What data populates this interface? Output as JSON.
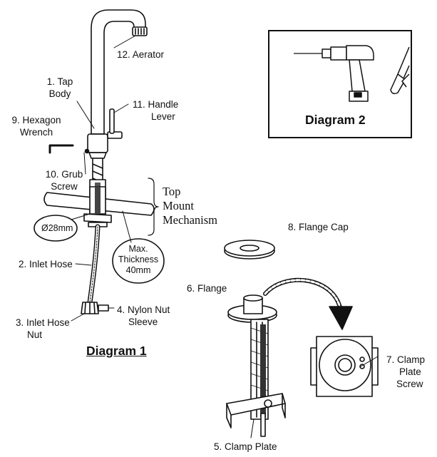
{
  "diagram1": {
    "title": "Diagram 1",
    "parts": {
      "aerator": "12. Aerator",
      "tap_body_1": "1. Tap",
      "tap_body_2": "Body",
      "handle_lever_1": "11. Handle",
      "handle_lever_2": "Lever",
      "hex_wrench_1": "9. Hexagon",
      "hex_wrench_2": "Wrench",
      "grub_screw_1": "10. Grub",
      "grub_screw_2": "Screw",
      "top_mount_1": "Top",
      "top_mount_2": "Mount",
      "top_mount_3": "Mechanism",
      "diameter": "Ø28mm",
      "inlet_hose": "2. Inlet Hose",
      "max_thickness_1": "Max.",
      "max_thickness_2": "Thickness",
      "max_thickness_3": "40mm",
      "inlet_hose_nut_1": "3. Inlet Hose",
      "inlet_hose_nut_2": "Nut",
      "nylon_nut_1": "4. Nylon Nut",
      "nylon_nut_2": "Sleeve"
    }
  },
  "diagram2": {
    "title": "Diagram 2"
  },
  "mechanism": {
    "flange_cap": "8. Flange Cap",
    "flange": "6. Flange",
    "clamp_plate_screw_1": "7. Clamp",
    "clamp_plate_screw_2": "Plate",
    "clamp_plate_screw_3": "Screw",
    "clamp_plate": "5. Clamp Plate"
  }
}
